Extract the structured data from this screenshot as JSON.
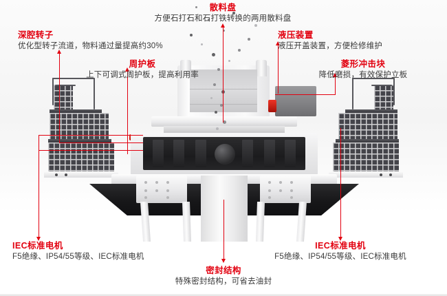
{
  "diagram": {
    "subject": "VSI sand making machine cutaway",
    "accent_color": "#e2000f",
    "description_color": "#3a3a3a"
  },
  "callouts": [
    {
      "id": "deep-cavity-rotor",
      "heading": "深腔转子",
      "description": "优化型转子流道，物料通过量提高约30%"
    },
    {
      "id": "feed-distributor-plate",
      "heading": "散料盘",
      "description": "方便石打石和石打铁转换的两用散料盘"
    },
    {
      "id": "hydraulic-device",
      "heading": "液压装置",
      "description": "液压开盖装置，方便检修维护"
    },
    {
      "id": "peripheral-guard-plate",
      "heading": "周护板",
      "description": "上下可调式周护板，提高利用率"
    },
    {
      "id": "diamond-impact-block",
      "heading": "菱形冲击块",
      "description": "降低磨损，有效保护立板"
    },
    {
      "id": "iec-motor-left",
      "heading": "IEC标准电机",
      "description": "F5绝缘、IP54/55等级、IEC标准电机"
    },
    {
      "id": "iec-motor-right",
      "heading": "IEC标准电机",
      "description": "F5绝缘、IP54/55等级、IEC标准电机"
    },
    {
      "id": "sealing-structure",
      "heading": "密封结构",
      "description": "特殊密封结构，可省去油封"
    }
  ]
}
